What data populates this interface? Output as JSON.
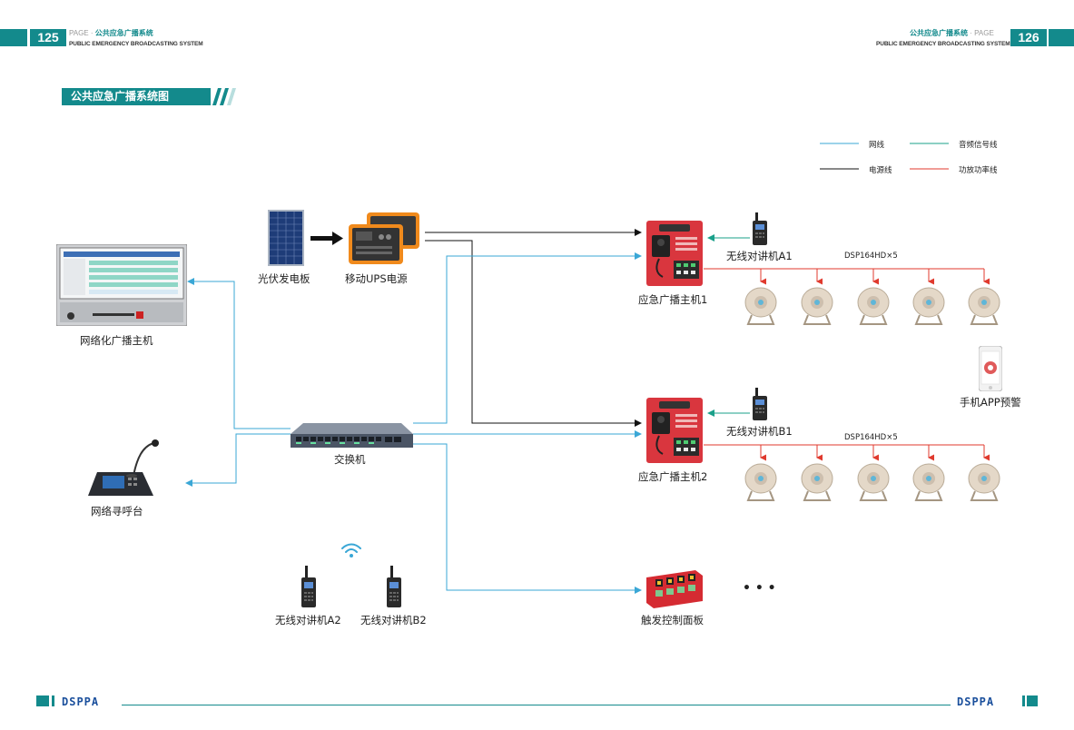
{
  "header": {
    "left_page": "125",
    "right_page": "126",
    "page_word": "PAGE",
    "dot": "·",
    "cn_title": "公共应急广播系统",
    "en_title": "PUBLIC EMERGENCY BROADCASTING SYSTEM"
  },
  "section_title": "公共应急广播系统图",
  "legend": {
    "network": "网线",
    "audio": "音频信号线",
    "power": "电源线",
    "amp": "功放功率线"
  },
  "devices": {
    "pv_panel": "光伏发电板",
    "ups": "移动UPS电源",
    "network_host": "网络化广播主机",
    "switch": "交换机",
    "paging_console": "网络寻呼台",
    "host1": "应急广播主机1",
    "host2": "应急广播主机2",
    "radio_a1": "无线对讲机A1",
    "radio_b1": "无线对讲机B1",
    "radio_a2": "无线对讲机A2",
    "radio_b2": "无线对讲机B2",
    "phone_app": "手机APP预警",
    "trigger_panel": "触发控制面板",
    "dsp_row1": "DSP164HD×5",
    "dsp_row2": "DSP164HD×5",
    "more": "• • •"
  },
  "footer": {
    "logo_left": "DSPPA",
    "logo_right": "DSPPA"
  },
  "colors": {
    "teal": "#138a8c",
    "network_line": "#3aa7d6",
    "audio_line": "#1aa08a",
    "power_line": "#111111",
    "amp_line": "#e03a2e"
  }
}
